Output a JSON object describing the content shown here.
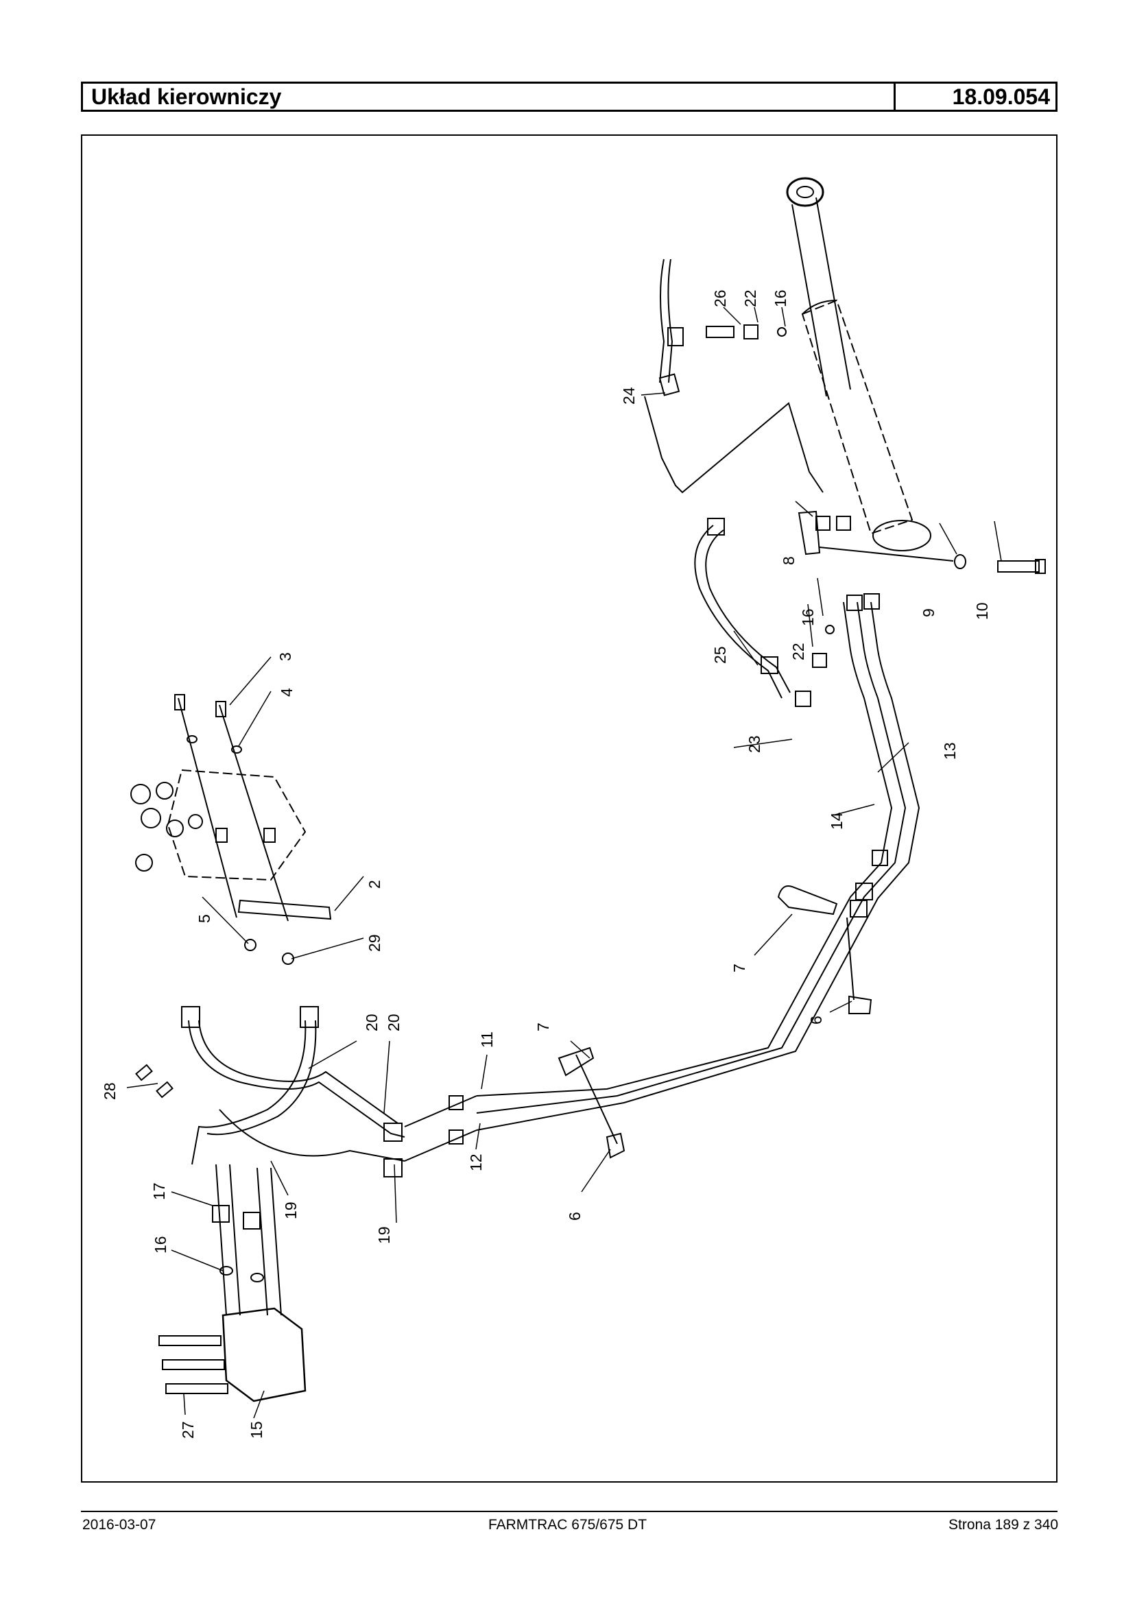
{
  "header": {
    "title": "Układ kierowniczy",
    "code": "18.09.054"
  },
  "footer": {
    "date": "2016-03-07",
    "model": "FARMTRAC 675/675 DT",
    "page": "Strona 189 z 340"
  },
  "callouts": [
    {
      "id": "c26",
      "text": "26"
    },
    {
      "id": "c22a",
      "text": "22"
    },
    {
      "id": "c16a",
      "text": "16"
    },
    {
      "id": "c24",
      "text": "24"
    },
    {
      "id": "c8",
      "text": "8"
    },
    {
      "id": "c9",
      "text": "9"
    },
    {
      "id": "c10",
      "text": "10"
    },
    {
      "id": "c16b",
      "text": "16"
    },
    {
      "id": "c22b",
      "text": "22"
    },
    {
      "id": "c25",
      "text": "25"
    },
    {
      "id": "c23",
      "text": "23"
    },
    {
      "id": "c13",
      "text": "13"
    },
    {
      "id": "c14",
      "text": "14"
    },
    {
      "id": "c3",
      "text": "3"
    },
    {
      "id": "c4",
      "text": "4"
    },
    {
      "id": "c2",
      "text": "2"
    },
    {
      "id": "c5",
      "text": "5"
    },
    {
      "id": "c29",
      "text": "29"
    },
    {
      "id": "c7a",
      "text": "7"
    },
    {
      "id": "c6a",
      "text": "6"
    },
    {
      "id": "c20a",
      "text": "20"
    },
    {
      "id": "c20b",
      "text": "20"
    },
    {
      "id": "c11",
      "text": "11"
    },
    {
      "id": "c7b",
      "text": "7"
    },
    {
      "id": "c28",
      "text": "28"
    },
    {
      "id": "c12",
      "text": "12"
    },
    {
      "id": "c17",
      "text": "17"
    },
    {
      "id": "c19a",
      "text": "19"
    },
    {
      "id": "c19b",
      "text": "19"
    },
    {
      "id": "c6b",
      "text": "6"
    },
    {
      "id": "c16c",
      "text": "16"
    },
    {
      "id": "c27",
      "text": "27"
    },
    {
      "id": "c15",
      "text": "15"
    }
  ]
}
